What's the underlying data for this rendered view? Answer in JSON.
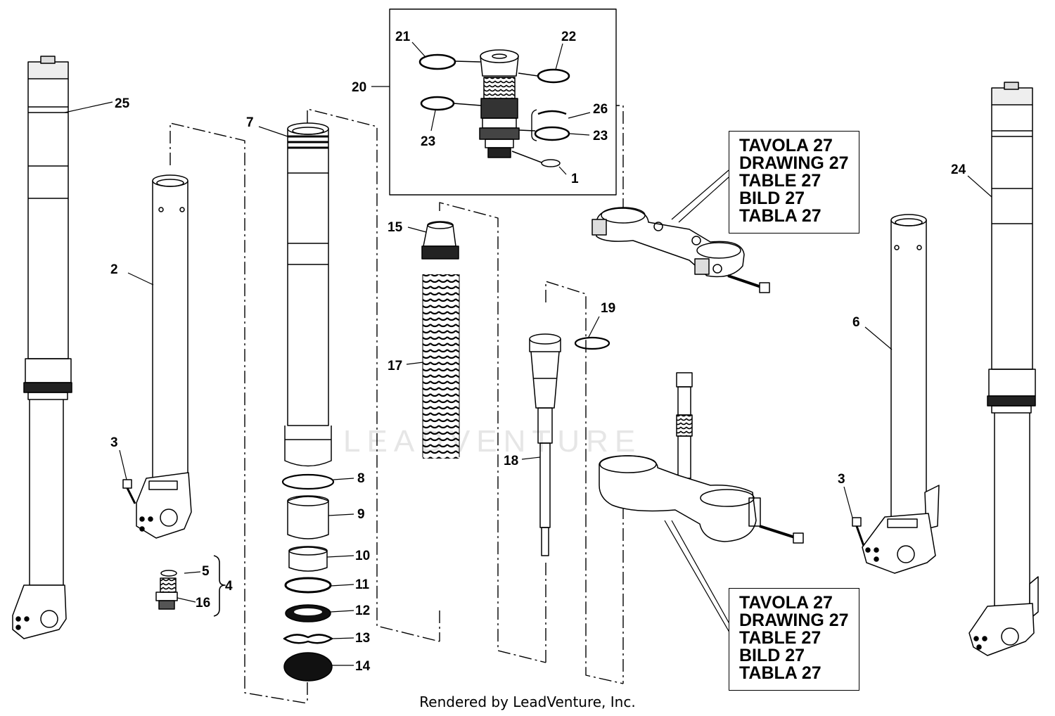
{
  "diagram": {
    "callouts": [
      "1",
      "2",
      "3",
      "3",
      "4",
      "5",
      "6",
      "7",
      "8",
      "9",
      "10",
      "11",
      "12",
      "13",
      "14",
      "15",
      "16",
      "17",
      "18",
      "19",
      "20",
      "21",
      "22",
      "23",
      "23",
      "24",
      "25",
      "26"
    ],
    "reference_boxes": [
      {
        "lines": [
          "TAVOLA 27",
          "DRAWING 27",
          "TABLE 27",
          "BILD 27",
          "TABLA 27"
        ]
      },
      {
        "lines": [
          "TAVOLA 27",
          "DRAWING 27",
          "TABLE 27",
          "BILD 27",
          "TABLA 27"
        ]
      }
    ],
    "watermark": "LEADVENTURE",
    "footer": "Rendered by LeadVenture, Inc."
  }
}
